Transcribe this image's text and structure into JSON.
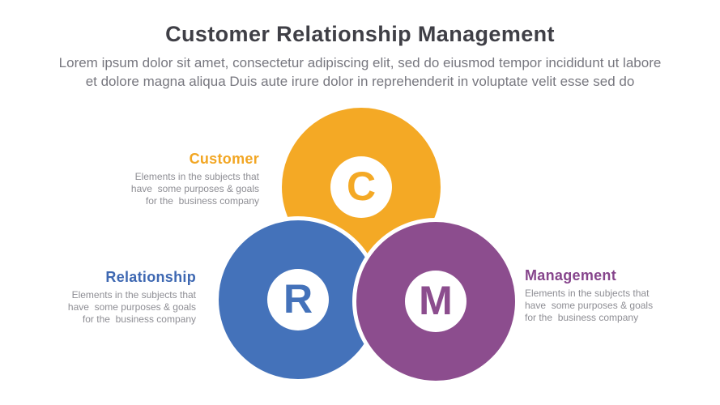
{
  "header": {
    "title": "Customer Relationship Management",
    "subtitle_lines": [
      "Lorem ipsum dolor sit amet, consectetur adipiscing elit, sed do eiusmod tempor incididunt ut labore",
      "et dolore magna aliqua Duis aute irure dolor in reprehenderit in voluptate velit esse sed do"
    ]
  },
  "colors": {
    "background": "#FFFFFF",
    "title_text": "#3F3F46",
    "subtitle_text": "#77777F",
    "body_text": "#8E8E94",
    "customer_accent": "#F4A925",
    "relationship_accent": "#4472BA",
    "management_accent": "#8C4D8E",
    "circle_stroke": "#FFFFFF"
  },
  "venn": {
    "circles": [
      {
        "name": "customer",
        "letter": "C"
      },
      {
        "name": "relationship",
        "letter": "R"
      },
      {
        "name": "management",
        "letter": "M"
      }
    ]
  },
  "sections": [
    {
      "heading": "Customer",
      "lines": [
        "Elements in the subjects that",
        "have  some purposes & goals",
        "for the  business company"
      ]
    },
    {
      "heading": "Relationship",
      "lines": [
        "Elements in the subjects that",
        "have  some purposes & goals",
        "for the  business company"
      ]
    },
    {
      "heading": "Management",
      "lines": [
        "Elements in the subjects that",
        "have  some purposes & goals",
        "for the  business company"
      ]
    }
  ]
}
